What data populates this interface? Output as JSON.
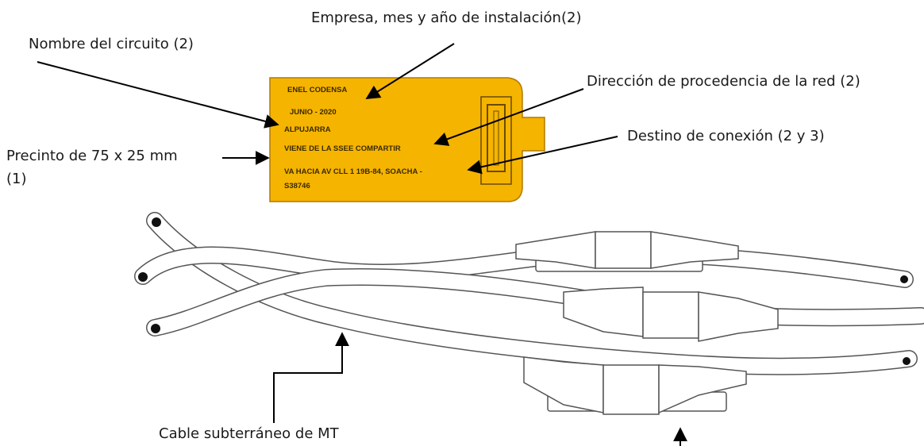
{
  "labels": {
    "empresa": "Empresa, mes y año de instalación(2)",
    "nombre": "Nombre del circuito (2)",
    "direccion": "Dirección de procedencia de la red (2)",
    "destino": "Destino de conexión (2 y 3)",
    "precinto_l1": "Precinto de 75 x 25 mm",
    "precinto_l2": "(1)",
    "cable": "Cable subterráneo de MT"
  },
  "tag": {
    "line1": "ENEL CODENSA",
    "line2": "JUNIO - 2020",
    "line3": "ALPUJARRA",
    "line4": "VIENE DE LA SSEE COMPARTIR",
    "line5": "VA HACIA AV CLL 1 19B-84, SOACHA -",
    "line6": "S38746"
  },
  "colors": {
    "tag_fill": "#F5B400",
    "tag_border": "#B07A00",
    "cable_stroke": "#555555",
    "arrow": "#000000"
  }
}
